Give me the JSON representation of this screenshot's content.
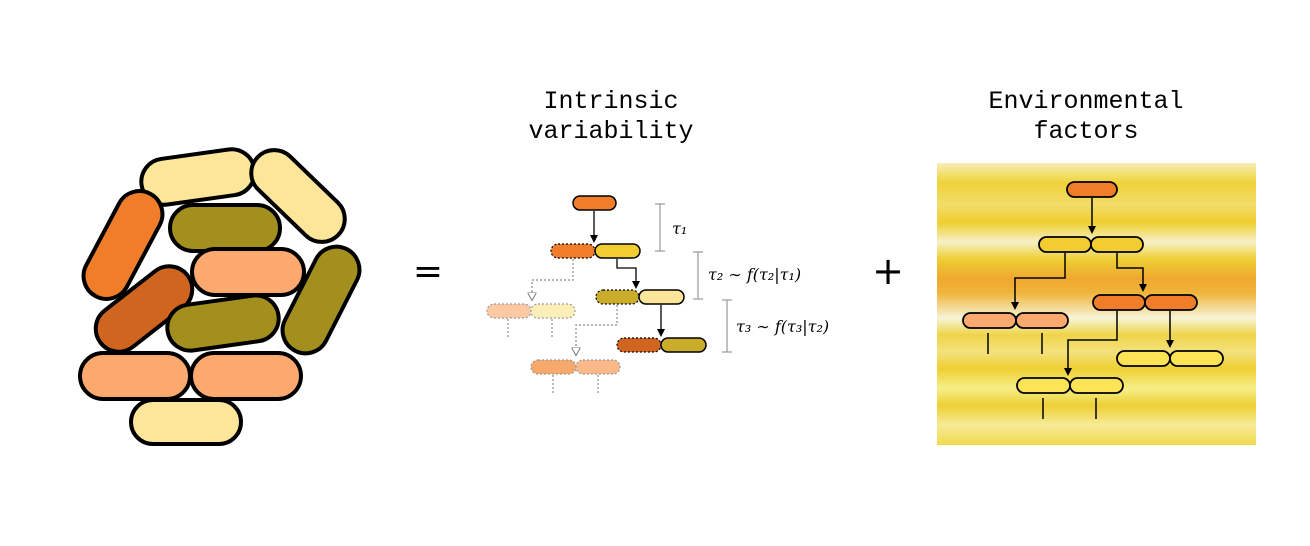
{
  "labels": {
    "intrinsic_line1": "Intrinsic",
    "intrinsic_line2": "variability",
    "environment_line1": "Environmental",
    "environment_line2": "factors",
    "equals": "=",
    "plus": "+",
    "tau1": "τ₁",
    "tau2_eq": "τ₂ ∼ f(τ₂|τ₁)",
    "tau3_eq": "τ₃ ∼ f(τ₃|τ₂)"
  },
  "colors": {
    "orange": "#ef7d2a",
    "dark_orange": "#d0651f",
    "light_orange": "#fca96f",
    "olive": "#a38f1e",
    "pale_yellow": "#fde69a",
    "yellow": "#f2cd32",
    "mustard": "#c9ac2a",
    "outline": "#000000",
    "env_yellow": "#f0d33a",
    "env_orange": "#eea236",
    "env_pale": "#f7f1c4"
  }
}
